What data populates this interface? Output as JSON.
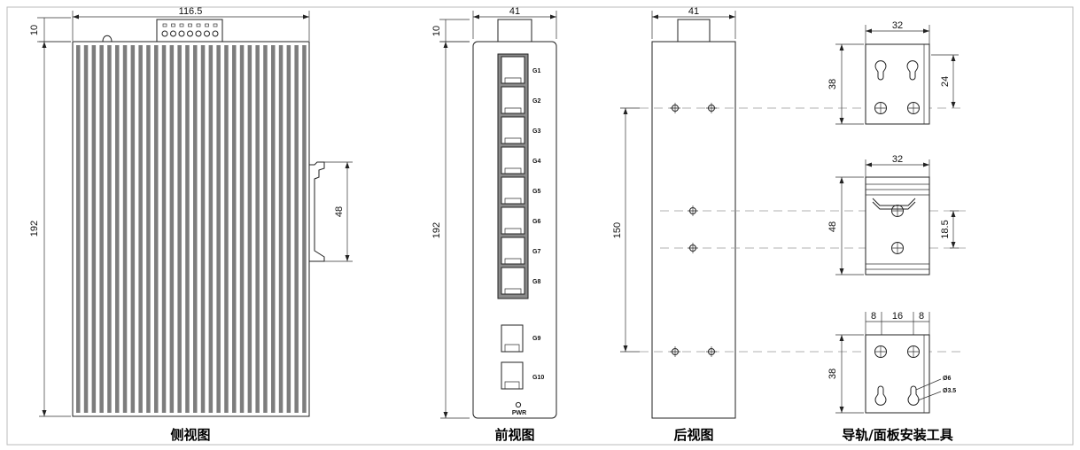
{
  "captions": {
    "side_view": "侧视图",
    "front_view": "前视图",
    "rear_view": "后视图",
    "mount_tool": "导轨/面板安装工具"
  },
  "side_view": {
    "width_dim": "116.5",
    "top_dim": "10",
    "height_dim": "192",
    "rail_dim": "48"
  },
  "front_view": {
    "width_dim": "41",
    "top_dim": "10",
    "height_dim": "192",
    "ports": [
      "G1",
      "G2",
      "G3",
      "G4",
      "G5",
      "G6",
      "G7",
      "G8"
    ],
    "sfp_ports": [
      "G9",
      "G10"
    ],
    "power_label": "PWR"
  },
  "rear_view": {
    "width_dim": "41",
    "hole_spacing_dim": "150"
  },
  "mount_tool": {
    "panel_top": {
      "width_dim": "32",
      "height_dim": "38",
      "hole_dim": "24"
    },
    "din_rail": {
      "width_dim": "32",
      "height_dim": "48",
      "hole_dim": "18.5"
    },
    "panel_bottom": {
      "width_left": "8",
      "width_mid": "16",
      "width_right": "8",
      "height_dim": "38",
      "hole_big": "Ø6",
      "hole_small": "Ø3.5"
    }
  }
}
